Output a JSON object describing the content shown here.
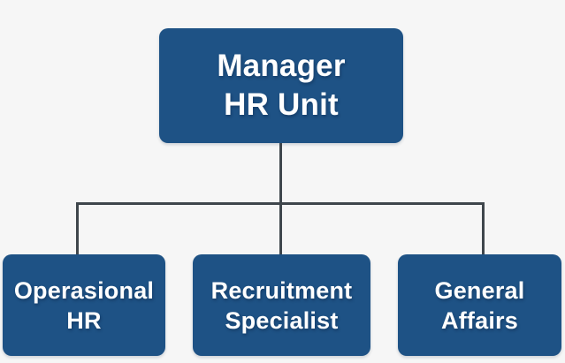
{
  "colors": {
    "background": "#f6f6f6",
    "node_fill": "#1e5285",
    "node_text": "#ffffff",
    "connector": "#3f464c"
  },
  "org": {
    "root": {
      "lines": [
        "Manager",
        "HR Unit"
      ]
    },
    "children": [
      {
        "lines": [
          "Operasional",
          "HR"
        ]
      },
      {
        "lines": [
          "Recruitment",
          "Specialist"
        ]
      },
      {
        "lines": [
          "General",
          "Affairs"
        ]
      }
    ]
  }
}
